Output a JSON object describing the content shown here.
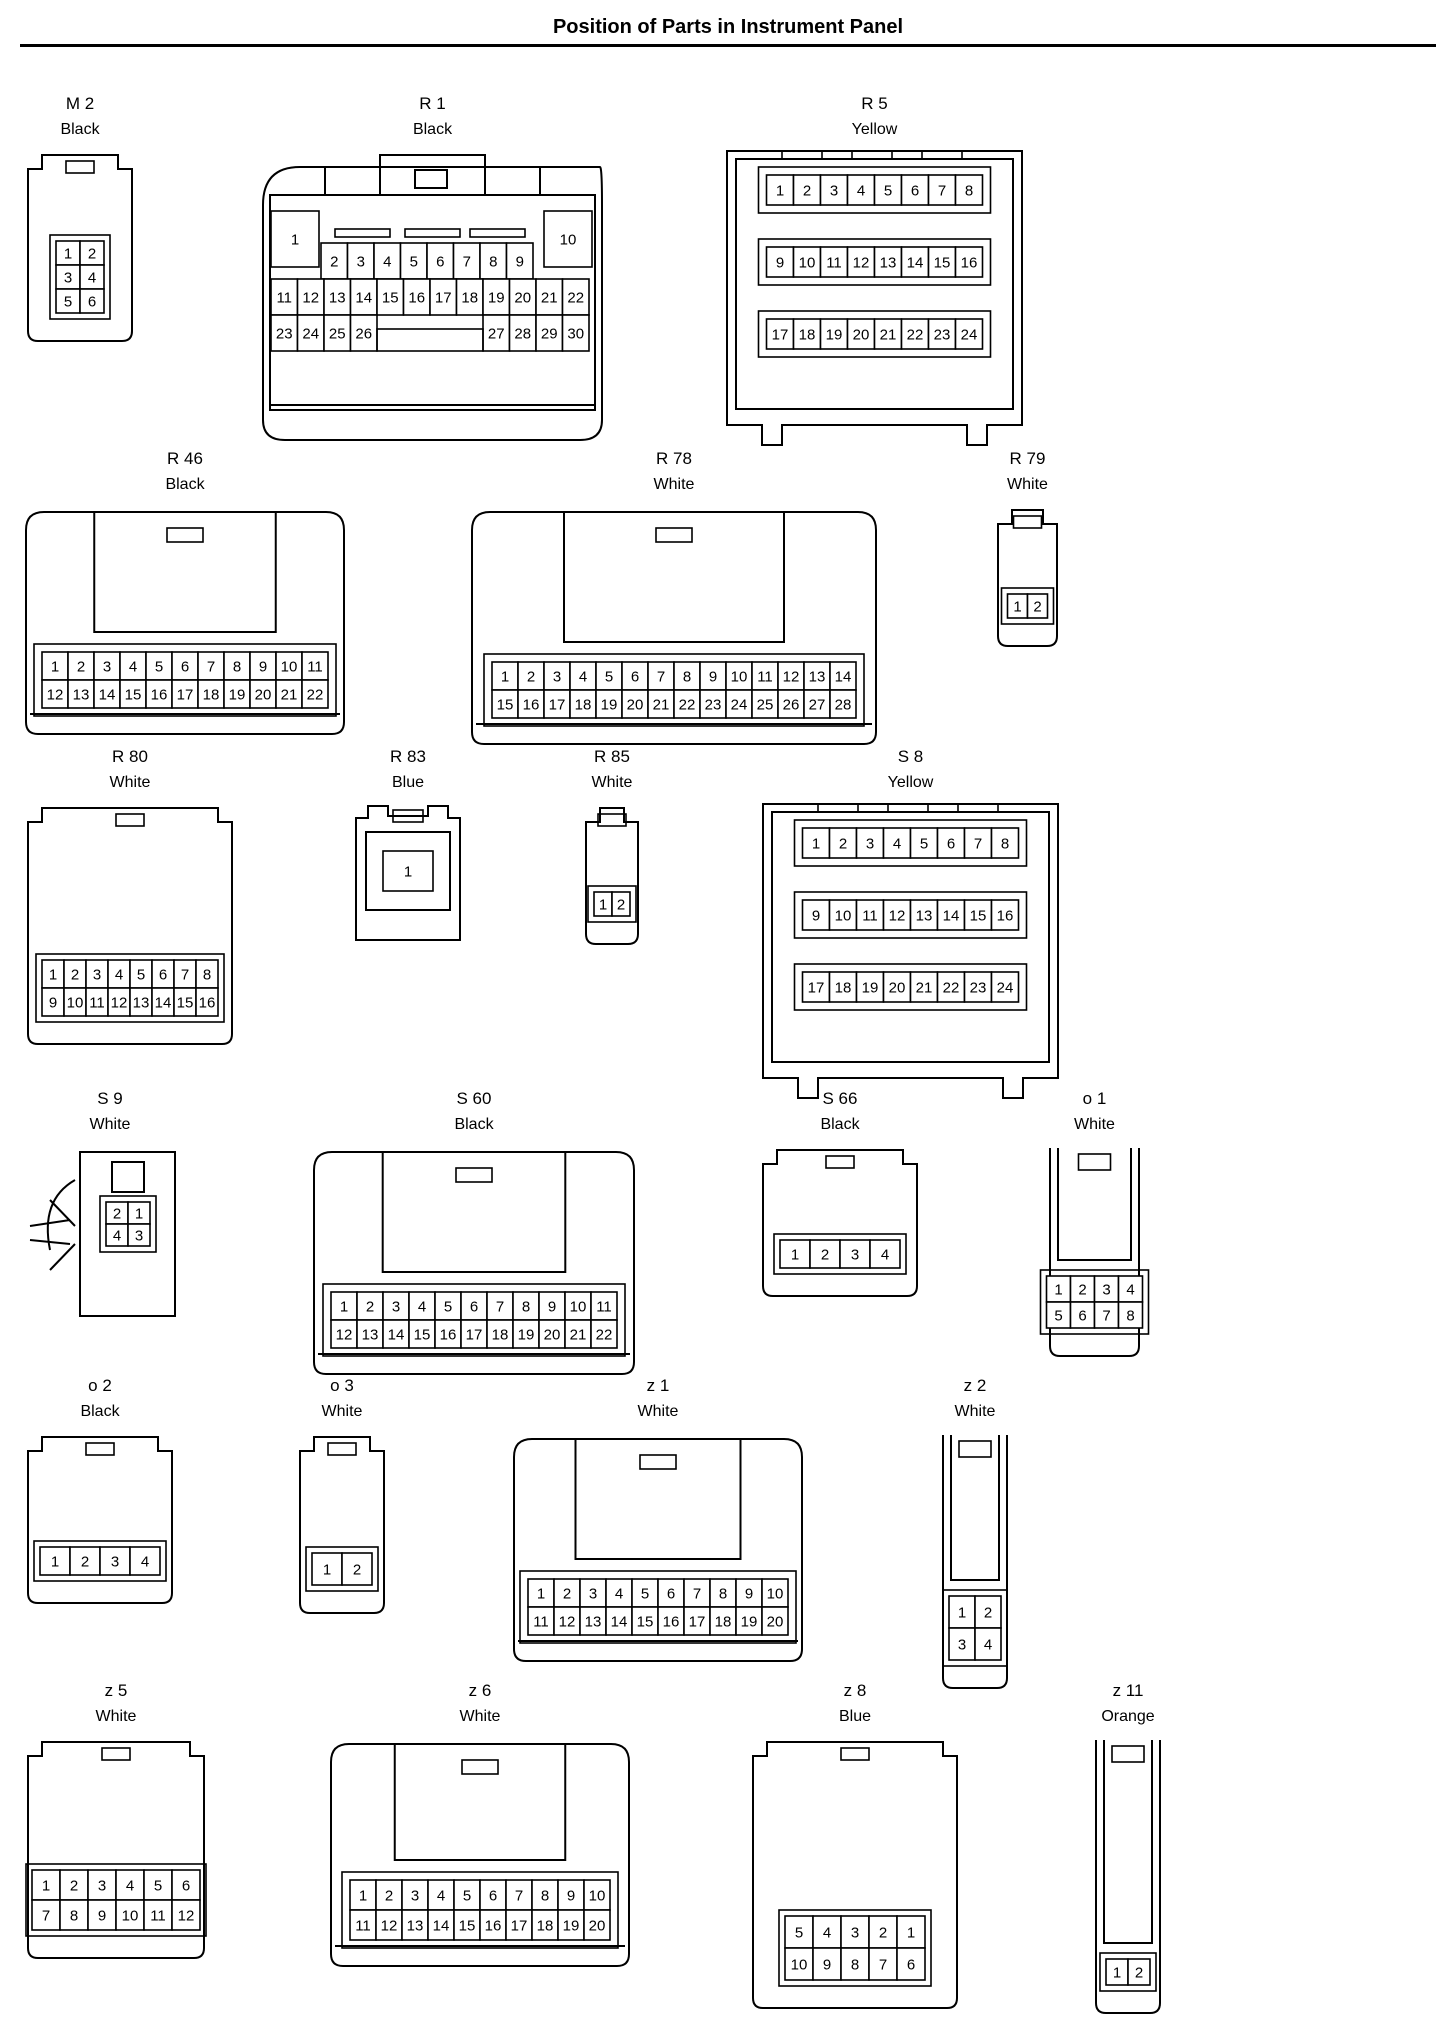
{
  "title": "Position of Parts in Instrument Panel",
  "connectors": [
    {
      "key": "M2",
      "id": "M 2",
      "color": "Black",
      "rows": [
        [
          "1",
          "2"
        ],
        [
          "3",
          "4"
        ],
        [
          "5",
          "6"
        ]
      ],
      "special": ""
    },
    {
      "key": "R1",
      "id": "R 1",
      "color": "Black",
      "rows": [],
      "special": "R1",
      "pins": [
        "1",
        "10",
        "2",
        "3",
        "4",
        "5",
        "6",
        "7",
        "8",
        "9",
        "11",
        "12",
        "13",
        "14",
        "15",
        "16",
        "17",
        "18",
        "19",
        "20",
        "21",
        "22",
        "23",
        "24",
        "25",
        "26",
        "27",
        "28",
        "29",
        "30"
      ]
    },
    {
      "key": "R5",
      "id": "R 5",
      "color": "Yellow",
      "rows": [
        [
          "1",
          "2",
          "3",
          "4",
          "5",
          "6",
          "7",
          "8"
        ],
        [
          "9",
          "10",
          "11",
          "12",
          "13",
          "14",
          "15",
          "16"
        ],
        [
          "17",
          "18",
          "19",
          "20",
          "21",
          "22",
          "23",
          "24"
        ]
      ],
      "special": "grouped"
    },
    {
      "key": "R46",
      "id": "R 46",
      "color": "Black",
      "rows": [
        [
          "1",
          "2",
          "3",
          "4",
          "5",
          "6",
          "7",
          "8",
          "9",
          "10",
          "11"
        ],
        [
          "12",
          "13",
          "14",
          "15",
          "16",
          "17",
          "18",
          "19",
          "20",
          "21",
          "22"
        ]
      ],
      "special": ""
    },
    {
      "key": "R78",
      "id": "R 78",
      "color": "White",
      "rows": [
        [
          "1",
          "2",
          "3",
          "4",
          "5",
          "6",
          "7",
          "8",
          "9",
          "10",
          "11",
          "12",
          "13",
          "14"
        ],
        [
          "15",
          "16",
          "17",
          "18",
          "19",
          "20",
          "21",
          "22",
          "23",
          "24",
          "25",
          "26",
          "27",
          "28"
        ]
      ],
      "special": ""
    },
    {
      "key": "R79",
      "id": "R 79",
      "color": "White",
      "rows": [
        [
          "1",
          "2"
        ]
      ],
      "special": ""
    },
    {
      "key": "R80",
      "id": "R 80",
      "color": "White",
      "rows": [
        [
          "1",
          "2",
          "3",
          "4",
          "5",
          "6",
          "7",
          "8"
        ],
        [
          "9",
          "10",
          "11",
          "12",
          "13",
          "14",
          "15",
          "16"
        ]
      ],
      "special": ""
    },
    {
      "key": "R83",
      "id": "R 83",
      "color": "Blue",
      "rows": [
        [
          "1"
        ]
      ],
      "special": "single"
    },
    {
      "key": "R85",
      "id": "R 85",
      "color": "White",
      "rows": [
        [
          "1",
          "2"
        ]
      ],
      "special": ""
    },
    {
      "key": "S8",
      "id": "S 8",
      "color": "Yellow",
      "rows": [
        [
          "1",
          "2",
          "3",
          "4",
          "5",
          "6",
          "7",
          "8"
        ],
        [
          "9",
          "10",
          "11",
          "12",
          "13",
          "14",
          "15",
          "16"
        ],
        [
          "17",
          "18",
          "19",
          "20",
          "21",
          "22",
          "23",
          "24"
        ]
      ],
      "special": "grouped"
    },
    {
      "key": "S9",
      "id": "S 9",
      "color": "White",
      "rows": [
        [
          "2",
          "1"
        ],
        [
          "4",
          "3"
        ]
      ],
      "special": "clip"
    },
    {
      "key": "S60",
      "id": "S 60",
      "color": "Black",
      "rows": [
        [
          "1",
          "2",
          "3",
          "4",
          "5",
          "6",
          "7",
          "8",
          "9",
          "10",
          "11"
        ],
        [
          "12",
          "13",
          "14",
          "15",
          "16",
          "17",
          "18",
          "19",
          "20",
          "21",
          "22"
        ]
      ],
      "special": ""
    },
    {
      "key": "S66",
      "id": "S 66",
      "color": "Black",
      "rows": [
        [
          "1",
          "2",
          "3",
          "4"
        ]
      ],
      "special": ""
    },
    {
      "key": "o1",
      "id": "o 1",
      "color": "White",
      "rows": [
        [
          "1",
          "2",
          "3",
          "4"
        ],
        [
          "5",
          "6",
          "7",
          "8"
        ]
      ],
      "special": ""
    },
    {
      "key": "o2",
      "id": "o 2",
      "color": "Black",
      "rows": [
        [
          "1",
          "2",
          "3",
          "4"
        ]
      ],
      "special": ""
    },
    {
      "key": "o3",
      "id": "o 3",
      "color": "White",
      "rows": [
        [
          "1",
          "2"
        ]
      ],
      "special": ""
    },
    {
      "key": "z1",
      "id": "z 1",
      "color": "White",
      "rows": [
        [
          "1",
          "2",
          "3",
          "4",
          "5",
          "6",
          "7",
          "8",
          "9",
          "10"
        ],
        [
          "11",
          "12",
          "13",
          "14",
          "15",
          "16",
          "17",
          "18",
          "19",
          "20"
        ]
      ],
      "special": ""
    },
    {
      "key": "z2",
      "id": "z 2",
      "color": "White",
      "rows": [
        [
          "1",
          "2"
        ],
        [
          "3",
          "4"
        ]
      ],
      "special": ""
    },
    {
      "key": "z5",
      "id": "z 5",
      "color": "White",
      "rows": [
        [
          "1",
          "2",
          "3",
          "4",
          "5",
          "6"
        ],
        [
          "7",
          "8",
          "9",
          "10",
          "11",
          "12"
        ]
      ],
      "special": ""
    },
    {
      "key": "z6",
      "id": "z 6",
      "color": "White",
      "rows": [
        [
          "1",
          "2",
          "3",
          "4",
          "5",
          "6",
          "7",
          "8",
          "9",
          "10"
        ],
        [
          "11",
          "12",
          "13",
          "14",
          "15",
          "16",
          "17",
          "18",
          "19",
          "20"
        ]
      ],
      "special": ""
    },
    {
      "key": "z8",
      "id": "z 8",
      "color": "Blue",
      "rows": [
        [
          "5",
          "4",
          "3",
          "2",
          "1"
        ],
        [
          "10",
          "9",
          "8",
          "7",
          "6"
        ]
      ],
      "special": ""
    },
    {
      "key": "z11",
      "id": "z 11",
      "color": "Orange",
      "rows": [
        [
          "1",
          "2"
        ]
      ],
      "special": ""
    }
  ]
}
